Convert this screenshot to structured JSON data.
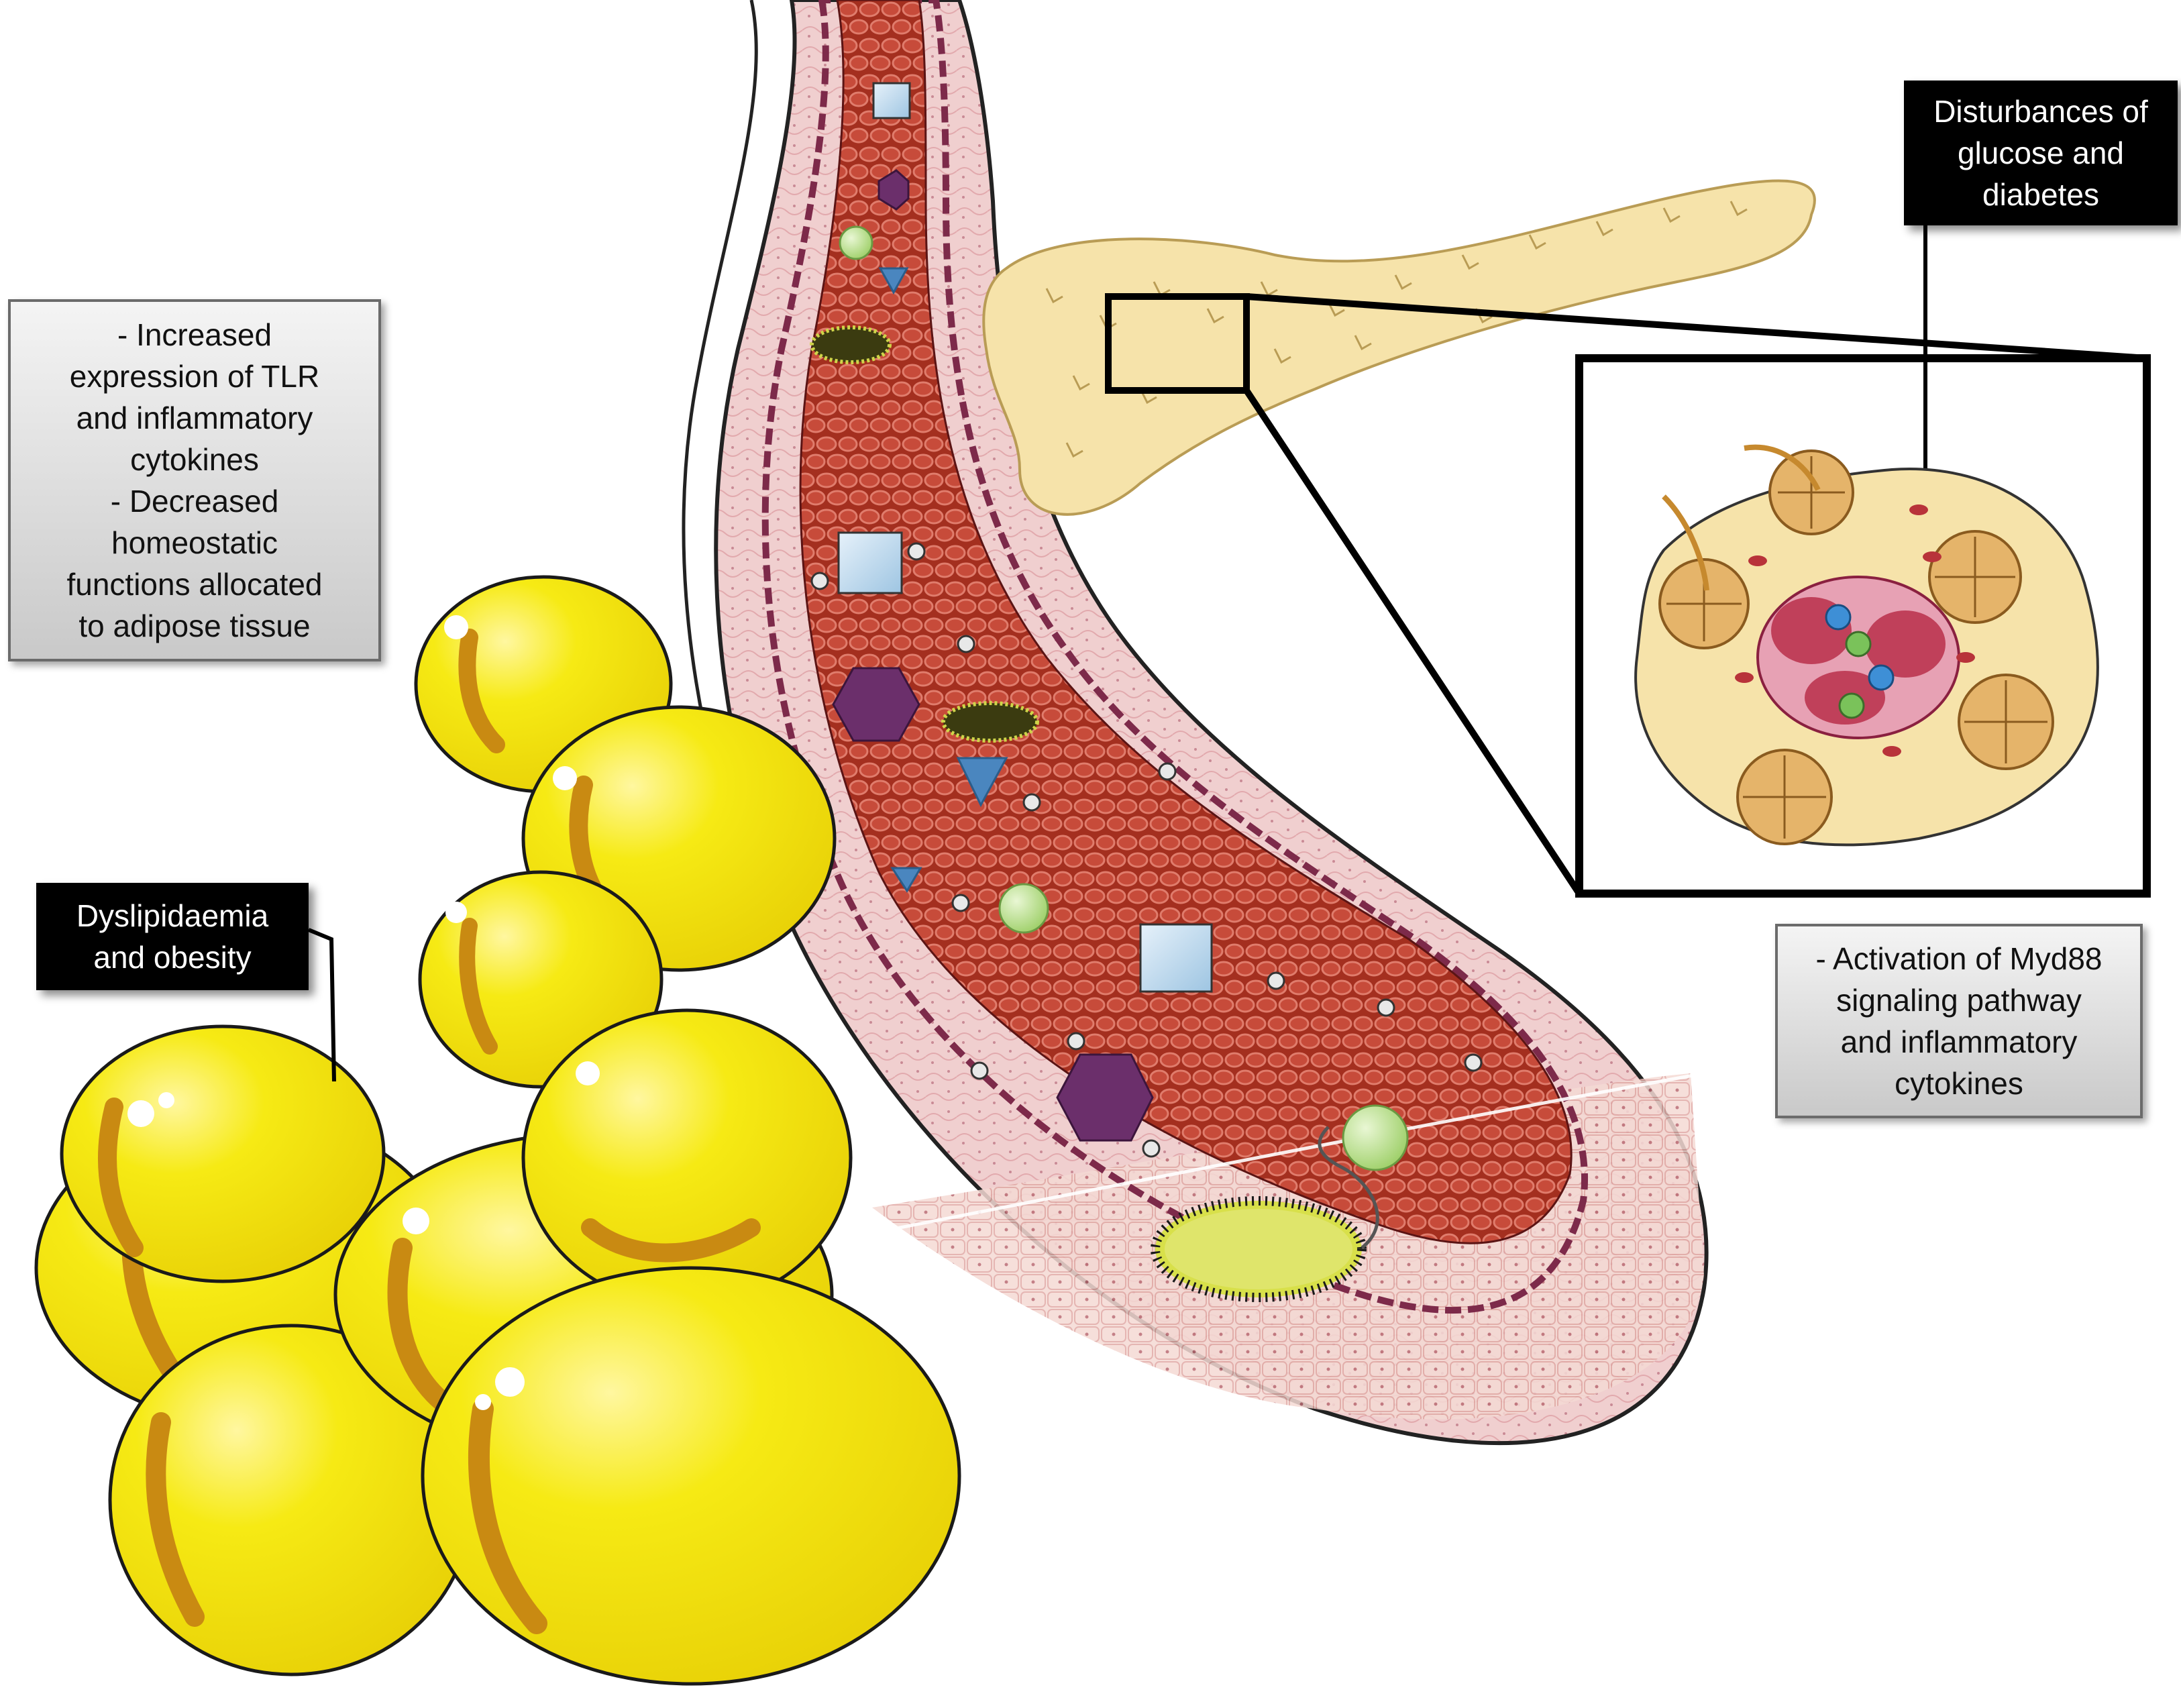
{
  "labels": {
    "adipose_effects": [
      "-  Increased",
      "expression of TLR",
      "and inflammatory",
      "cytokines",
      "-  Decreased",
      "homeostatic",
      "functions allocated",
      "to adipose tissue"
    ],
    "pancreas_effects": [
      "- Activation of Myd88",
      "signaling pathway",
      "and inflammatory",
      "cytokines"
    ],
    "glucose": [
      "Disturbances of",
      "glucose and",
      "diabetes"
    ],
    "dyslipidaemia": [
      "Dyslipidaemia",
      "and obesity"
    ]
  },
  "colors": {
    "adipocyte_fill": "#f4e612",
    "adipocyte_shadow": "#c98a12",
    "blood": "#a8311f",
    "rbc": "#c8463a",
    "vessel_wall": "#ecc7c7",
    "pancreas": "#f6e3aa",
    "lps_square": "#b9d6ea",
    "lps_hexagon": "#6b2f6b",
    "lps_sphere": "#b7de8c",
    "lps_triangle": "#4a86bf",
    "bacterium": "#d8e04a"
  },
  "icons": [
    "adipocyte-cluster",
    "blood-vessel",
    "pancreas",
    "islet-of-langerhans",
    "bacterium",
    "square-marker",
    "hexagon-marker",
    "sphere-marker",
    "triangle-marker"
  ]
}
